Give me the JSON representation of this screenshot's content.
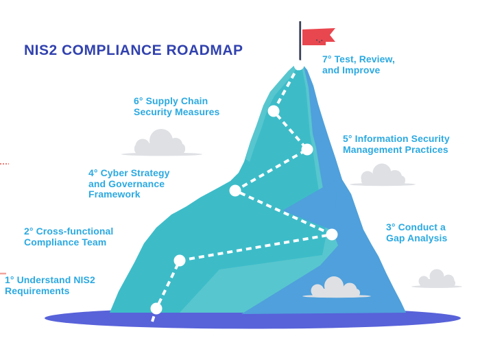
{
  "title": "NIS2 COMPLIANCE ROADMAP",
  "steps": [
    {
      "label": "1° Understand NIS2\nRequirements"
    },
    {
      "label": "2° Cross-functional\nCompliance Team"
    },
    {
      "label": "3° Conduct a\nGap Analysis"
    },
    {
      "label": "4° Cyber Strategy\nand Governance\nFramework"
    },
    {
      "label": "5° Information Security\nManagement Practices"
    },
    {
      "label": "6° Supply Chain\nSecurity Measures"
    },
    {
      "label": "7° Test, Review,\nand Improve"
    }
  ],
  "colors": {
    "title_blue": "#3142AF",
    "step_cyan": "#2BA9E1",
    "mountain_teal": "#3DBCC8",
    "mountain_teal_light": "#58C6CE",
    "mountain_blue": "#4FA0DC",
    "base_indigo": "#5862D9",
    "flag_red": "#E9474F",
    "pole_navy": "#3A4358",
    "cloud_gray": "#DEE0E4",
    "path_white": "#FFFFFF"
  }
}
